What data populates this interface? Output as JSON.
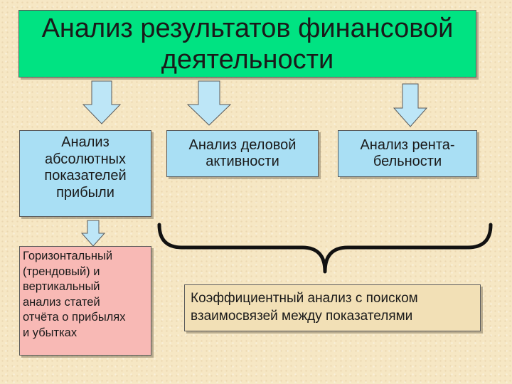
{
  "title": {
    "text": "Анализ результатов финансовой\nдеятельности"
  },
  "branches": {
    "absolute_profit": "Анализ\nабсолютных\nпоказателей\nприбыли",
    "business_activity": "Анализ деловой\nактивности",
    "profitability": "Анализ рента-\nбельности"
  },
  "horizontal_vertical_analysis": "Горизонтальный\n(трендовый)  и\nвертикальный\nанализ статей\nотчёта о прибылях\nи убытках",
  "coefficient_analysis": "Коэффициентный анализ с поиском\nвзаимосвязей между показателями",
  "colors": {
    "title_fill": "#00e382",
    "branch_fill": "#a9dff4",
    "pink_fill": "#f8b9b5",
    "tan_fill": "#f2e0b6",
    "background": "#f6e7c4"
  }
}
